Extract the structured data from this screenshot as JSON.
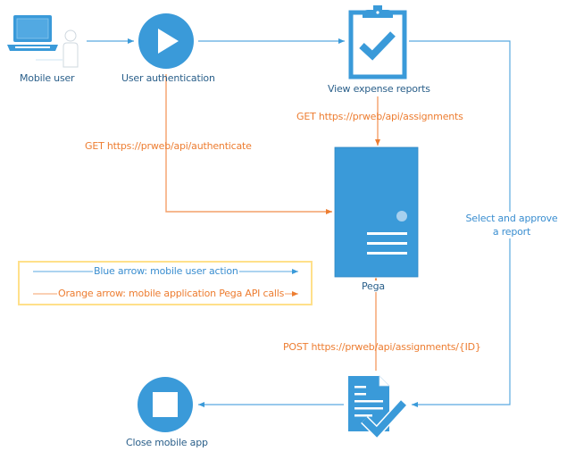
{
  "diagram": {
    "title": "",
    "colors": {
      "blue": "#3a9ad9",
      "blue_line": "#5aa9e0",
      "orange": "#ed7d31",
      "node_text": "#2a5f8a",
      "legend_border": "#ffe08a"
    },
    "nodes": {
      "mobile_user": {
        "label": "Mobile user",
        "icon": "laptop-user-icon"
      },
      "user_auth": {
        "label": "User authentication",
        "icon": "play-icon"
      },
      "view_reports": {
        "label": "View expense reports",
        "icon": "clipboard-check-icon"
      },
      "pega": {
        "label": "Pega",
        "icon": "server-icon"
      },
      "approve_doc": {
        "label": "",
        "icon": "document-check-icon"
      },
      "close_app": {
        "label": "Close mobile app",
        "icon": "stop-icon"
      }
    },
    "edges": {
      "auth_api": "GET https://prweb/api/authenticate",
      "assignments_api": "GET https://prweb/api/assignments",
      "post_api": "POST https://prweb/api/assignments/{ID}",
      "select_approve_line1": "Select and approve",
      "select_approve_line2": "a report"
    },
    "legend": {
      "blue": "Blue arrow: mobile user action",
      "orange": "Orange arrow: mobile application Pega API calls"
    }
  }
}
